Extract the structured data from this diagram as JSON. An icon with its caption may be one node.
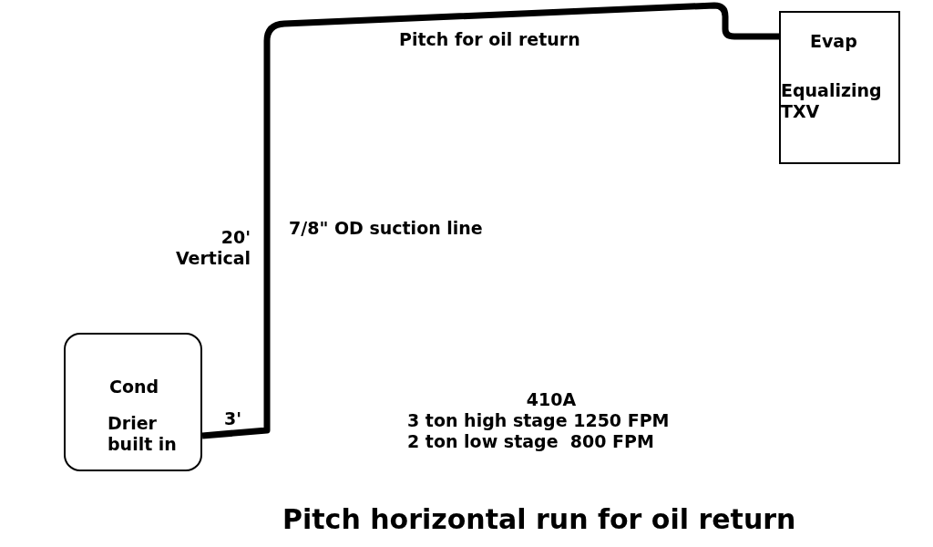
{
  "diagram": {
    "nodes": [
      {
        "text": [
          "Cond",
          "Drier built in"
        ]
      },
      {
        "text": [
          "Evap",
          "Equalizing TXV"
        ]
      }
    ],
    "edges": [
      {
        "from": 0,
        "to": 1,
        "arrow": "none"
      }
    ],
    "labels": [
      "Pitch for oil return",
      "20' Vertical",
      "7/8\" OD suction line",
      "3'",
      "410A",
      "3 ton high stage 1250 FPM",
      "2 ton low stage  800 FPM",
      "Pitch horizontal run for oil return"
    ]
  }
}
